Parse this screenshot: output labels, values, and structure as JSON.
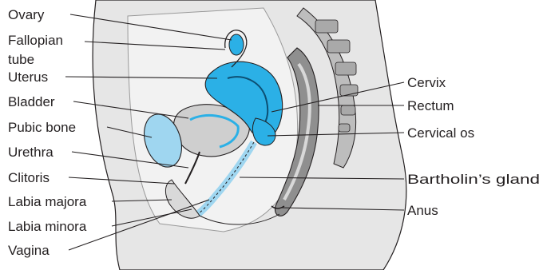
{
  "diagram": {
    "left_labels": {
      "ovary": "Ovary",
      "fallopian_tube_line1": "Fallopian",
      "fallopian_tube_line2": "tube",
      "uterus": "Uterus",
      "bladder": "Bladder",
      "pubic_bone": "Pubic bone",
      "urethra": "Urethra",
      "clitoris": "Clitoris",
      "labia_majora": "Labia majora",
      "labia_minora": "Labia minora",
      "vagina": "Vagina"
    },
    "right_labels": {
      "cervix": "Cervix",
      "rectum": "Rectum",
      "cervical_os": "Cervical os",
      "bartholins_gland": "Bartholin’s gland",
      "anus": "Anus"
    },
    "colors": {
      "highlight_blue": "#2bb0e6",
      "light_blue": "#9fd6f0",
      "tissue_gray": "#cfcfcf",
      "dark_gray": "#8a8a8a",
      "outline": "#231f20",
      "background": "#ffffff"
    }
  }
}
